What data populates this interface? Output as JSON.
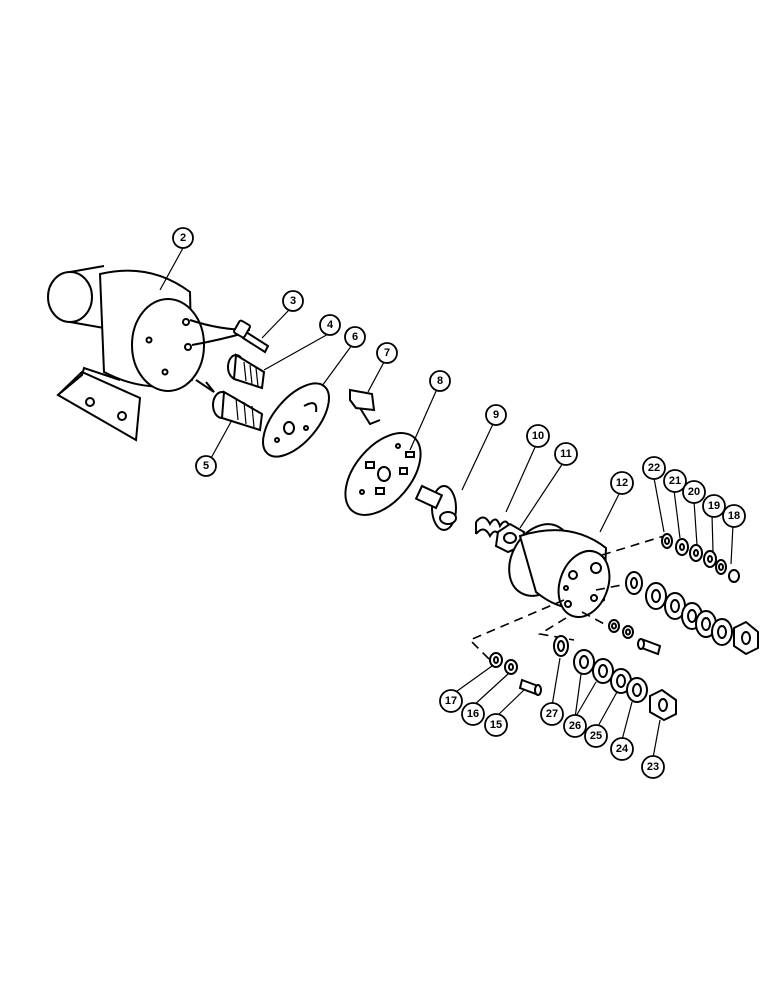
{
  "callouts": [
    {
      "id": "2",
      "label": "2"
    },
    {
      "id": "3",
      "label": "3"
    },
    {
      "id": "4",
      "label": "4"
    },
    {
      "id": "5",
      "label": "5"
    },
    {
      "id": "6",
      "label": "6"
    },
    {
      "id": "7",
      "label": "7"
    },
    {
      "id": "8",
      "label": "8"
    },
    {
      "id": "9",
      "label": "9"
    },
    {
      "id": "10",
      "label": "10"
    },
    {
      "id": "11",
      "label": "11"
    },
    {
      "id": "12",
      "label": "12"
    },
    {
      "id": "15",
      "label": "15"
    },
    {
      "id": "16",
      "label": "16"
    },
    {
      "id": "17",
      "label": "17"
    },
    {
      "id": "18",
      "label": "18"
    },
    {
      "id": "19",
      "label": "19"
    },
    {
      "id": "20",
      "label": "20"
    },
    {
      "id": "21",
      "label": "21"
    },
    {
      "id": "22",
      "label": "22"
    },
    {
      "id": "23",
      "label": "23"
    },
    {
      "id": "24",
      "label": "24"
    },
    {
      "id": "25",
      "label": "25"
    },
    {
      "id": "26",
      "label": "26"
    },
    {
      "id": "27",
      "label": "27"
    }
  ]
}
